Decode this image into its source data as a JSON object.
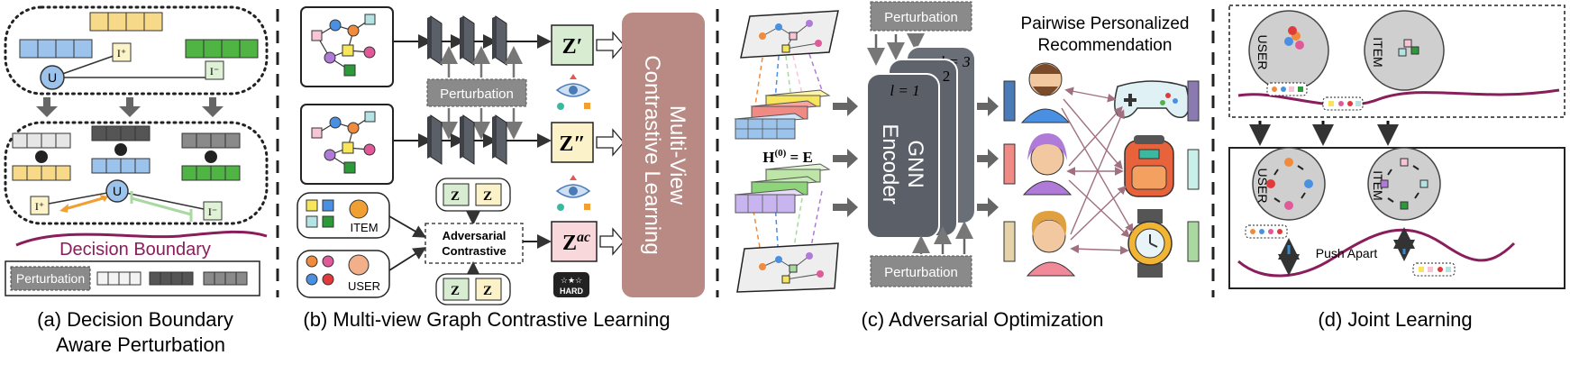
{
  "panels": {
    "a": {
      "caption_line1": "(a) Decision Boundary",
      "caption_line2": "Aware Perturbation",
      "u_label": "U",
      "i_plus": "I⁺",
      "i_minus": "I⁻",
      "plus": "+",
      "boundary_label": "Decision Boundary",
      "perturbation": "Perturbation"
    },
    "b": {
      "caption": "(b) Multi-view Graph Contrastive Learning",
      "perturbation": "Perturbation",
      "z1": "Z′",
      "z2": "Z″",
      "z3_base": "Z",
      "z3_sup": "ac",
      "item_label": "ITEM",
      "user_label": "USER",
      "adv_line1": "Adversarial",
      "adv_line2": "Contrastive",
      "hard_label": "HARD",
      "mvcl_line1": "Multi-View",
      "mvcl_line2": "Contrastive Learning",
      "z_small": "Z"
    },
    "c": {
      "caption": "(c) Adversarial Optimization",
      "perturbation_top": "Perturbation",
      "perturbation_bottom": "Perturbation",
      "h_eq_base": "H",
      "h_eq_sup": "(0)",
      "h_eq_rest": " = E",
      "layer1": "l = 1",
      "layer2": "2",
      "layer3": "l = 3",
      "gnn_line1": "GNN",
      "gnn_line2": "Encoder",
      "title_line1": "Pairwise Personalized",
      "title_line2": "Recommendation"
    },
    "d": {
      "caption": "(d) Joint Learning",
      "user_label": "USER",
      "item_label": "ITEM",
      "push_apart": "Push  Apart"
    }
  },
  "colors": {
    "blue": "#9cc3ec",
    "yellow": "#f7d98a",
    "green": "#4fb443",
    "boundary": "#8a1d5c",
    "encoder": "#5b6068",
    "mvcl": "#b98a84",
    "perturb": "#8a8a8a",
    "orange": "#f0a033",
    "lightgreen": "#a9d8a0"
  }
}
